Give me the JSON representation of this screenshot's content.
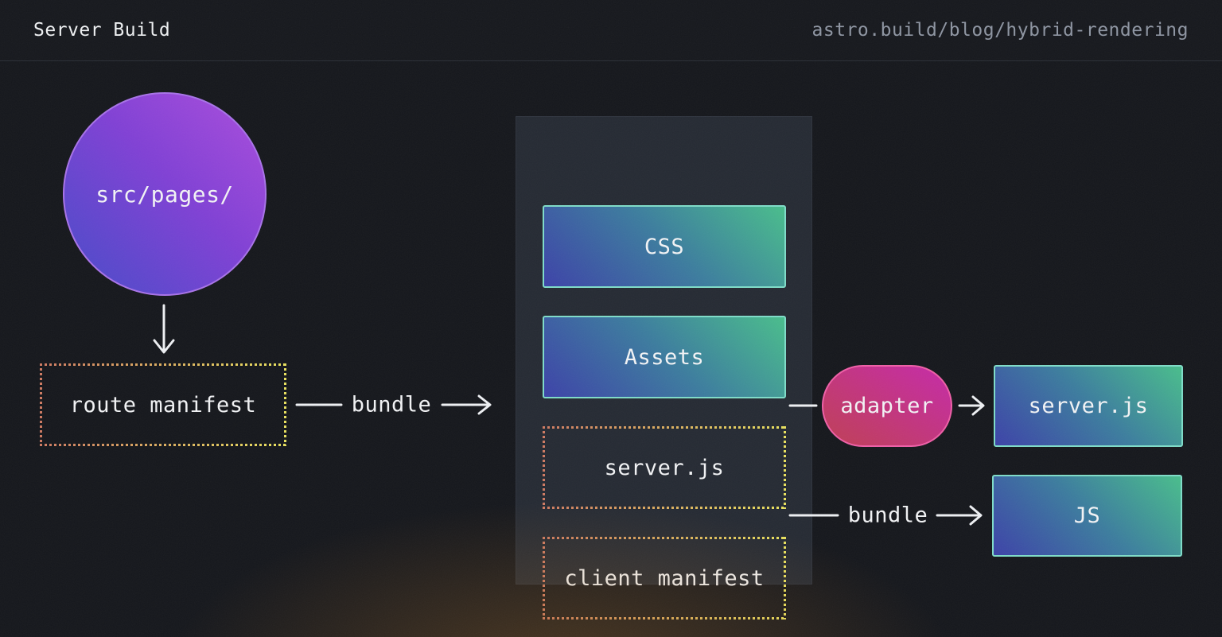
{
  "header": {
    "title": "Server Build",
    "url": "astro.build/blog/hybrid-rendering"
  },
  "diagram": {
    "source": {
      "label": "src/pages/"
    },
    "route_manifest": {
      "label": "route manifest"
    },
    "bundle_left": "bundle",
    "build_output": {
      "css": "CSS",
      "assets": "Assets",
      "server_js": "server.js",
      "client_manifest": "client manifest"
    },
    "adapter": {
      "label": "adapter"
    },
    "server_js_output": {
      "label": "server.js"
    },
    "bundle_right": "bundle",
    "js_output": {
      "label": "JS"
    }
  },
  "colors": {
    "background": "#15171c",
    "panel": "#252a33",
    "purple_gradient_start": "#474bc8",
    "purple_gradient_end": "#ab4ddd",
    "purple_border": "#a873e8",
    "teal_gradient_start": "#3c42a8",
    "teal_gradient_end": "#49bd8c",
    "teal_border": "#7fdcc8",
    "pink_gradient_start": "#bf3f55",
    "pink_gradient_end": "#c62aa8",
    "pink_border": "#ef5fa7",
    "dotted_border_start": "#cf7a62",
    "dotted_border_end": "#e9e25e",
    "arrow": "#eef0f3",
    "header_url_text": "#8e95a2",
    "glow": "#be7a28"
  }
}
